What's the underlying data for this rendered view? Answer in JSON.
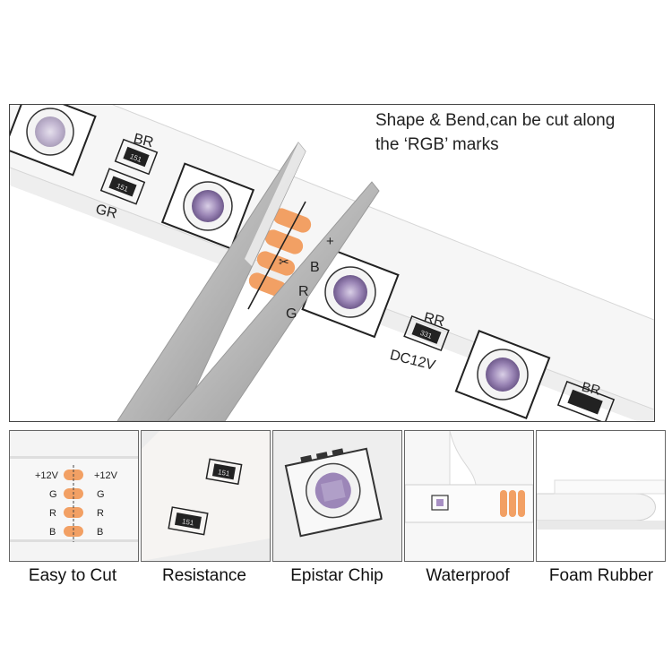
{
  "headline": {
    "line1": "Shape & Bend,can be cut along",
    "line2": "the ‘RGB’ marks"
  },
  "strip_labels": {
    "br": "BR",
    "gr": "GR",
    "plus": "+",
    "b": "B",
    "r": "R",
    "g": "G",
    "rr": "RR",
    "dc12v": "DC12V",
    "resistor_code": "151",
    "resistor_code_2": "331"
  },
  "thumbnails": [
    {
      "caption": "Easy to Cut",
      "labels": {
        "plus_left": "+12V",
        "plus_right": "+12V",
        "g": "G",
        "r": "R",
        "b": "B"
      }
    },
    {
      "caption": "Resistance",
      "labels": {
        "code_top": "151",
        "code_bottom": "151"
      }
    },
    {
      "caption": "Epistar Chip",
      "labels": {}
    },
    {
      "caption": "Waterproof",
      "labels": {}
    },
    {
      "caption": "Foam Rubber",
      "labels": {}
    }
  ],
  "colors": {
    "copper_pad": "#f2a064",
    "cut_line": "#c0392b",
    "strip": "#f3f3f3",
    "led": "#8a6fa8",
    "border": "#444444"
  }
}
